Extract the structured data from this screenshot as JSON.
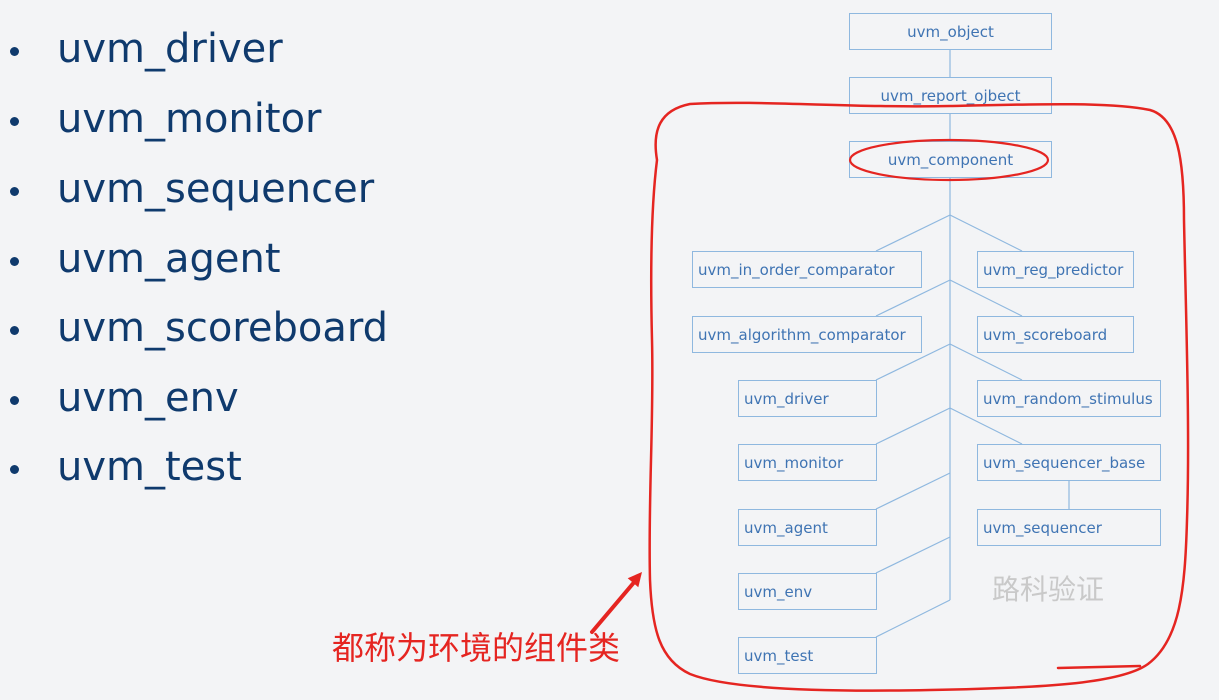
{
  "bullet_list": {
    "items": [
      "uvm_driver",
      "uvm_monitor",
      "uvm_sequencer",
      "uvm_agent",
      "uvm_scoreboard",
      "uvm_env",
      "uvm_test"
    ]
  },
  "diagram": {
    "root_chain": [
      "uvm_object",
      "uvm_report_ojbect",
      "uvm_component"
    ],
    "left_column": [
      "uvm_in_order_comparator",
      "uvm_algorithm_comparator",
      "uvm_driver",
      "uvm_monitor",
      "uvm_agent",
      "uvm_env",
      "uvm_test"
    ],
    "right_column": [
      "uvm_reg_predictor",
      "uvm_scoreboard",
      "uvm_random_stimulus",
      "uvm_sequencer_base",
      "uvm_sequencer"
    ]
  },
  "watermark": {
    "text": "路科验证"
  },
  "annotation": {
    "label": "都称为环境的组件类"
  },
  "colors": {
    "background": "#f3f4f6",
    "bullet_text": "#0f3a6d",
    "diagram_text": "#3f74b3",
    "diagram_border": "#8fb8df",
    "annotation_red": "#e52521",
    "watermark": "#c9c9c9"
  }
}
